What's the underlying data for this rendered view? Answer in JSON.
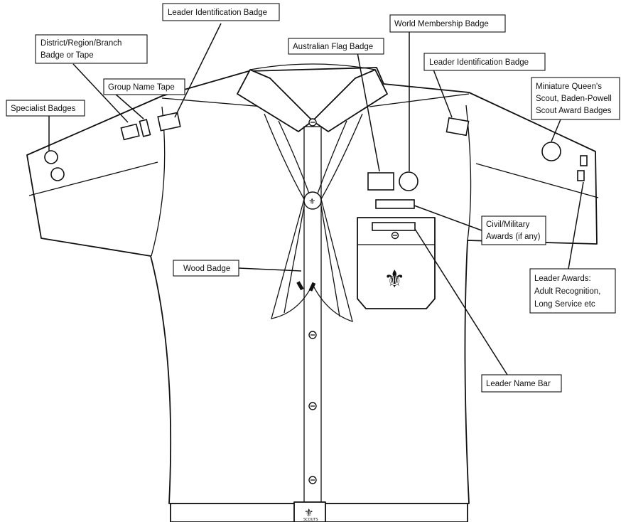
{
  "labels": {
    "leader_id_left": "Leader Identification Badge",
    "district": [
      "District/Region/Branch",
      "Badge or Tape"
    ],
    "group_name": "Group Name Tape",
    "specialist": "Specialist Badges",
    "australian_flag": "Australian Flag Badge",
    "world_membership": "World Membership Badge",
    "leader_id_right": "Leader Identification Badge",
    "miniature": [
      "Miniature Queen's",
      "Scout, Baden-Powell",
      "Scout Award Badges"
    ],
    "civil_military": [
      "Civil/Military",
      "Awards (if any)"
    ],
    "wood_badge": "Wood Badge",
    "leader_awards": [
      "Leader Awards:",
      "Adult Recognition,",
      "Long Service etc"
    ],
    "leader_name_bar": "Leader Name Bar"
  },
  "logo": {
    "symbol": "fleur-de-lis-icon",
    "belt_text": "SCOUTS"
  }
}
